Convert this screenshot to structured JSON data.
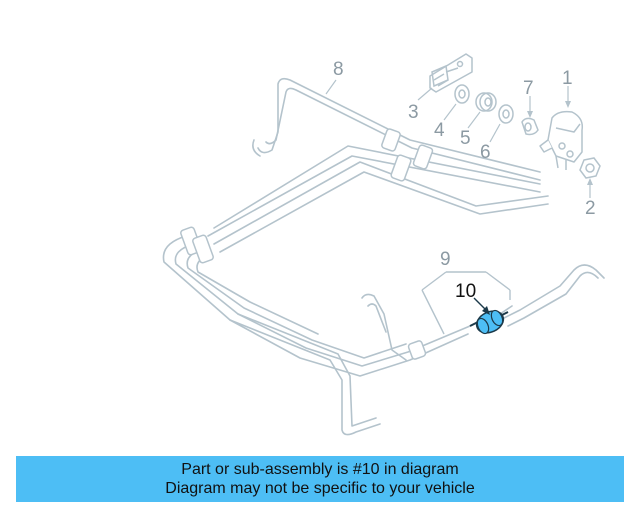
{
  "diagram": {
    "callouts": [
      "1",
      "2",
      "3",
      "4",
      "5",
      "6",
      "7",
      "8",
      "9",
      "10"
    ],
    "highlighted_part": "10",
    "colors": {
      "line": "#b4c3cc",
      "label": "#8c9aa3",
      "highlight_fill": "#4dbef5",
      "highlight_stroke": "#1c3a4a"
    }
  },
  "banner": {
    "line1": "Part or sub-assembly is #10 in diagram",
    "line2": "Diagram may not be specific to your vehicle",
    "background": "#4dbef5"
  }
}
